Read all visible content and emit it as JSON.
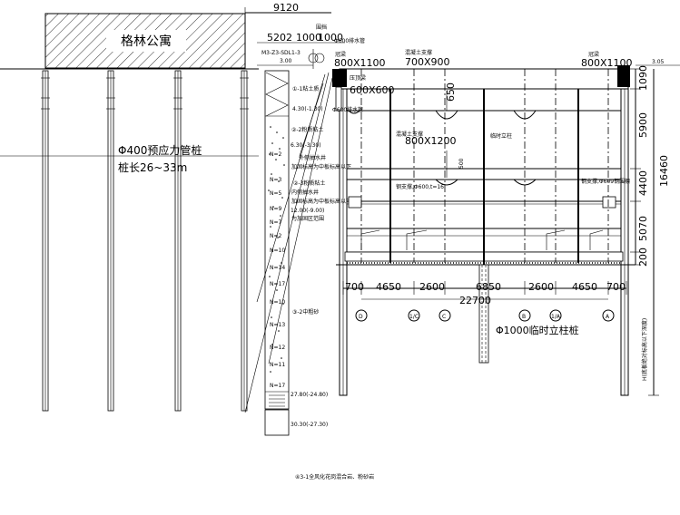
{
  "building": {
    "name": "格林公寓"
  },
  "pile_note": {
    "line1": "Φ400预应力管桩",
    "line2": "桩长26~33m"
  },
  "top_dims": {
    "total": "9120",
    "d1": "5202",
    "d2": "1000",
    "d3": "1000",
    "d4": "3.00"
  },
  "tag_weir": "围挡",
  "tag_drain_top": "Φ600排水管",
  "tag_drain_mid": "Φ600排水管",
  "well_code": "M3-Z3-SDL1-3",
  "crown_beam_l": {
    "label": "冠梁",
    "size": "800X1100"
  },
  "crown_beam_r": {
    "label": "冠梁",
    "size": "800X1100"
  },
  "strut1": {
    "label": "混凝土支撑",
    "size": "700X900"
  },
  "waler": {
    "label": "压顶梁",
    "size": "600X600"
  },
  "strut2": {
    "label": "混凝土支撑",
    "size": "800X1200"
  },
  "temp_column_label": "临时立柱",
  "steel_strut": {
    "text": "钢支撑,Φ600,t=16",
    "short": "钢支撑,Φ600"
  },
  "steel_strut_r": "钢支撑,Φ609钢围檩",
  "haunch_dim": "500",
  "dim_650": "650",
  "right_dims": {
    "d1": "1090",
    "d2": "5900",
    "d3": "4400",
    "d4": "5070",
    "d5": "200",
    "total": "16460"
  },
  "top_elev_r": "3.05",
  "bottom_dims": [
    "700",
    "4650",
    "2600",
    "6850",
    "2600",
    "4650",
    "700"
  ],
  "bottom_total": "22700",
  "axes": [
    "D",
    "1/C",
    "C",
    "B",
    "1/A",
    "A"
  ],
  "pile_caption": "Φ1000临时立柱桩",
  "h_note": "H(底板绝对标高以下深度)",
  "left_soil": {
    "e1": "①-1粘土质",
    "e2": "4.30(-1.30)",
    "e3": "②-2粉质粘土",
    "e4": "6.30(-3.30)",
    "n1": "外侧抽水井",
    "n2": "加固标高为中板标高以下",
    "e5": "②-3粉质粘土",
    "n3": "内侧抽水井",
    "n4": "加固标高为中板标高以下",
    "e6": "12.00(-9.00)",
    "n5": "为加固区范围",
    "layer_3_2": "③-2中粗砂",
    "e7": "27.80(-24.80)",
    "e8": "30.30(-27.30)",
    "bottom_layer": "④3-1全风化花岗混合岩、粉砂岩"
  },
  "spt": [
    "N=2",
    "N=3",
    "N=5",
    "N=9",
    "N=7",
    "N=2",
    "N=10",
    "N=14",
    "N=17",
    "N=10",
    "N=13",
    "N=12",
    "N=11",
    "N=17"
  ]
}
